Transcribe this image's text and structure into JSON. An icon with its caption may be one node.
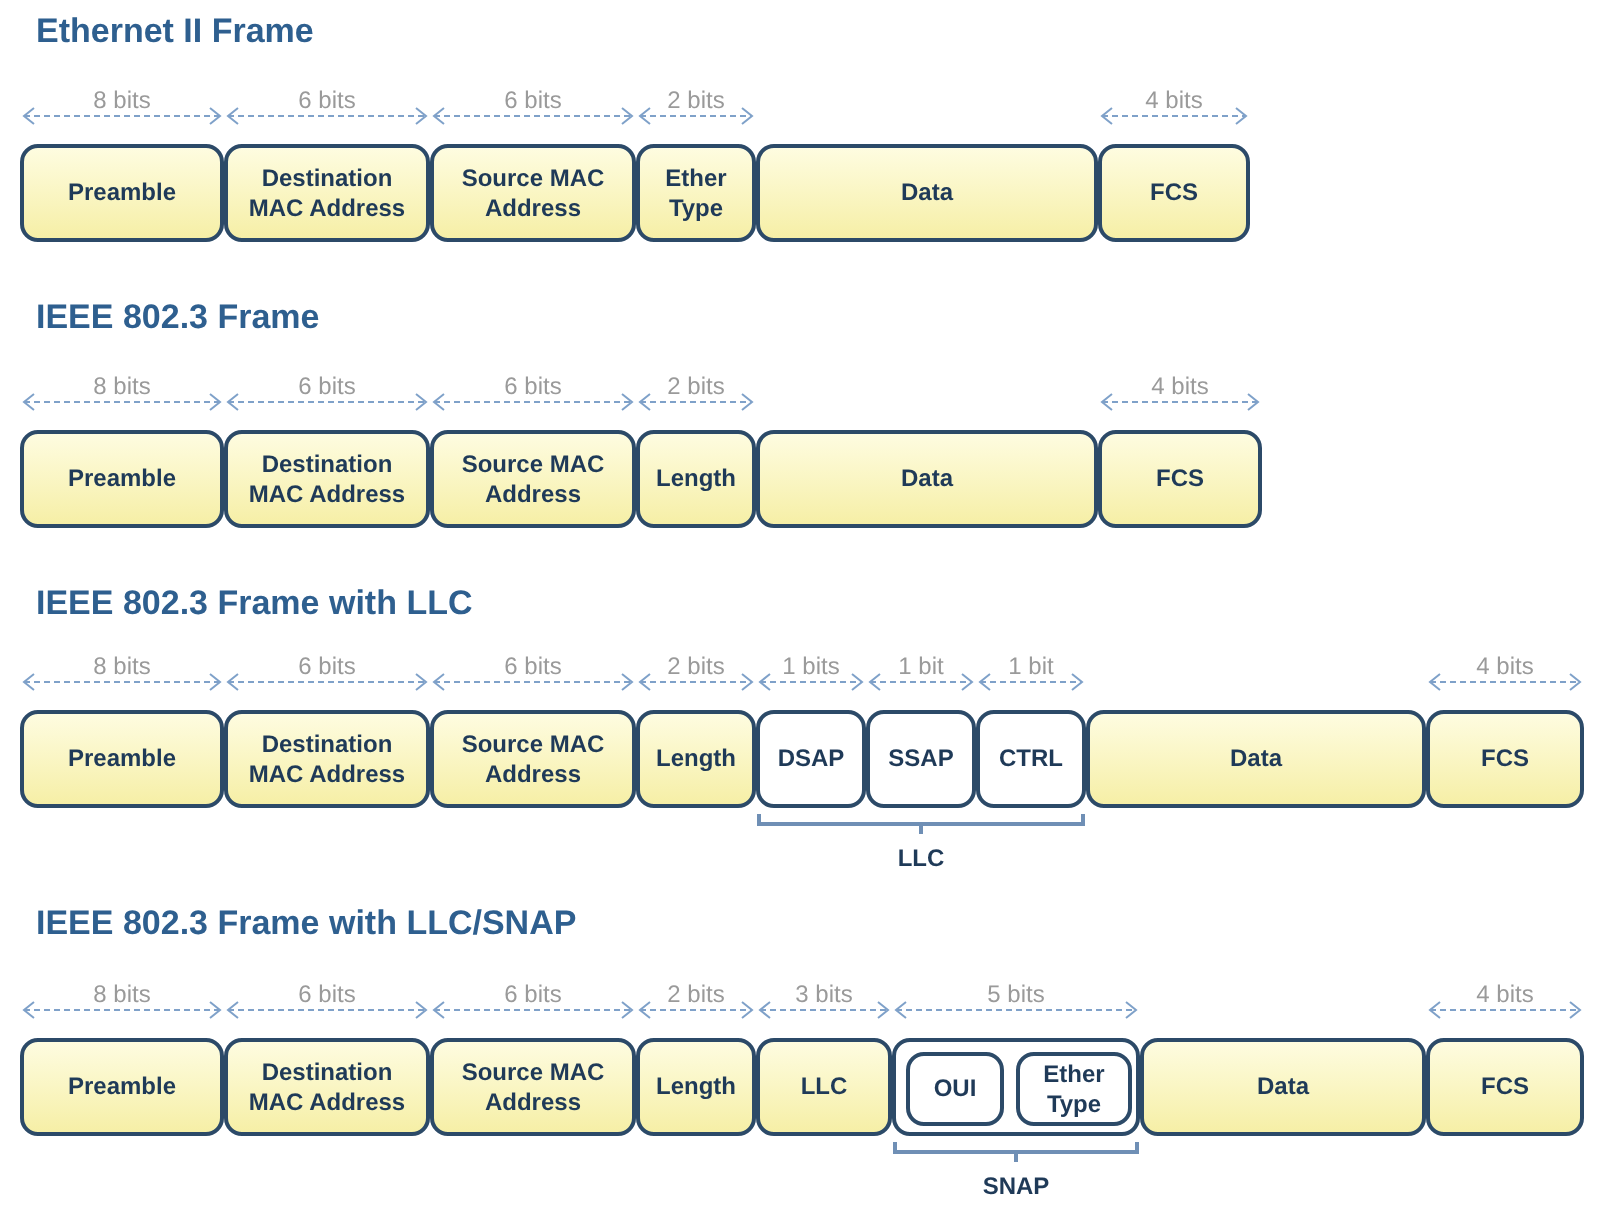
{
  "diagram": {
    "nodes": [
      {
        "text": [
          "Preamble"
        ]
      },
      {
        "text": [
          "Destination MAC Address"
        ]
      },
      {
        "text": [
          "Source MAC Address"
        ]
      },
      {
        "text": [
          "Ether Type"
        ]
      },
      {
        "text": [
          "Data"
        ]
      },
      {
        "text": [
          "FCS"
        ]
      },
      {
        "text": [
          "Preamble"
        ]
      },
      {
        "text": [
          "Destination MAC Address"
        ]
      },
      {
        "text": [
          "Source MAC Address"
        ]
      },
      {
        "text": [
          "Length"
        ]
      },
      {
        "text": [
          "Data"
        ]
      },
      {
        "text": [
          "FCS"
        ]
      },
      {
        "text": [
          "Preamble"
        ]
      },
      {
        "text": [
          "Destination MAC Address"
        ]
      },
      {
        "text": [
          "Source MAC Address"
        ]
      },
      {
        "text": [
          "Length"
        ]
      },
      {
        "text": [
          "DSAP"
        ]
      },
      {
        "text": [
          "SSAP"
        ]
      },
      {
        "text": [
          "CTRL"
        ]
      },
      {
        "text": [
          "Data"
        ]
      },
      {
        "text": [
          "FCS"
        ]
      },
      {
        "text": [
          "Preamble"
        ]
      },
      {
        "text": [
          "Destination MAC Address"
        ]
      },
      {
        "text": [
          "Source MAC Address"
        ]
      },
      {
        "text": [
          "Length"
        ]
      },
      {
        "text": [
          "LLC"
        ]
      },
      {
        "text": [],
        "shape": "box"
      },
      {
        "text": [
          "OUI"
        ],
        "in": 26
      },
      {
        "text": [
          "Ether Type"
        ],
        "in": 26
      },
      {
        "text": [
          "Data"
        ]
      },
      {
        "text": [
          "FCS"
        ]
      }
    ],
    "labels": [
      "Ethernet II Frame",
      "8 bits",
      "6 bits",
      "6 bits",
      "2 bits",
      "4 bits",
      "IEEE 802.3 Frame",
      "8 bits",
      "6 bits",
      "6 bits",
      "2 bits",
      "4 bits",
      "IEEE 802.3 Frame with LLC",
      "8 bits",
      "6 bits",
      "6 bits",
      "2 bits",
      "1 bits",
      "1 bit",
      "1 bit",
      "4 bits",
      "LLC",
      "IEEE 802.3 Frame with LLC/SNAP",
      "8 bits",
      "6 bits",
      "6 bits",
      "2 bits",
      "3 bits",
      "5 bits",
      "4 bits",
      "SNAP"
    ]
  }
}
